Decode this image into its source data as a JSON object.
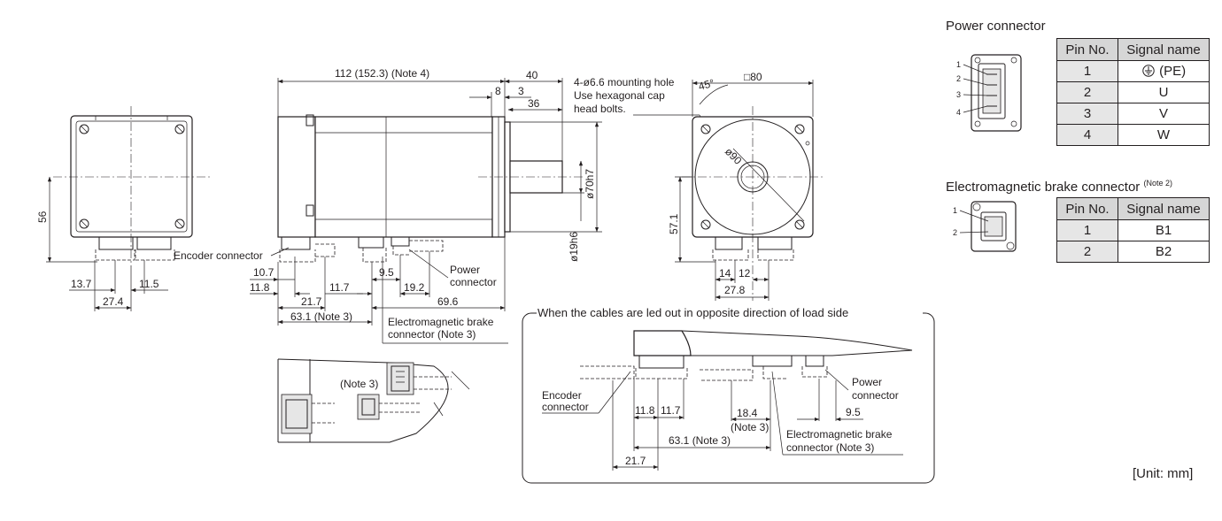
{
  "dimensions": {
    "d_56": "56",
    "d_total_length": "112 (152.3) (Note 4)",
    "d_40": "40",
    "d_8": "8",
    "d_3": "3",
    "d_36": "36",
    "d_square80": "□80",
    "d_phi70": "ø70h7",
    "d_phi19": "ø19h6",
    "d_phi90": "ø90",
    "d_45deg": "45°",
    "d_57_1": "57.1",
    "d_10_7": "10.7",
    "d_11_8": "11.8",
    "d_21_7": "21.7",
    "d_11_7": "11.7",
    "d_9_5": "9.5",
    "d_19_2": "19.2",
    "d_69_6": "69.6",
    "d_63_1": "63.1 (Note 3)",
    "d_13_7": "13.7",
    "d_11_5": "11.5",
    "d_27_4": "27.4",
    "d_14": "14",
    "d_12": "12",
    "d_27_8": "27.8"
  },
  "labels": {
    "mounting_hole_1": "4-ø6.6 mounting hole",
    "mounting_hole_2": "Use hexagonal cap",
    "mounting_hole_3": "head bolts.",
    "encoder_connector": "Encoder connector",
    "power_connector_1": "Power",
    "power_connector_2": "connector",
    "brake_connector_1": "Electromagnetic brake",
    "brake_connector_2": "connector (Note 3)",
    "note3": "(Note 3)"
  },
  "opposite_view": {
    "title": "When the cables are led out in opposite direction of load side",
    "encoder_1": "Encoder",
    "encoder_2": "connector",
    "d_11_8": "11.8",
    "d_11_7": "11.7",
    "d_18_4": "18.4",
    "note3": "(Note 3)",
    "d_63_1": "63.1 (Note 3)",
    "d_21_7": "21.7",
    "d_9_5": "9.5",
    "power_1": "Power",
    "power_2": "connector",
    "brake_1": "Electromagnetic brake",
    "brake_2": "connector (Note 3)"
  },
  "power_connector_table": {
    "title": "Power connector",
    "headers": [
      "Pin No.",
      "Signal name"
    ],
    "rows": [
      {
        "pin": "1",
        "signal": "(PE)",
        "ground_icon": "protective-earth-icon"
      },
      {
        "pin": "2",
        "signal": "U"
      },
      {
        "pin": "3",
        "signal": "V"
      },
      {
        "pin": "4",
        "signal": "W"
      }
    ],
    "pin_labels": [
      "1",
      "2",
      "3",
      "4"
    ]
  },
  "brake_connector_table": {
    "title": "Electromagnetic brake connector",
    "title_note": "(Note 2)",
    "headers": [
      "Pin No.",
      "Signal name"
    ],
    "rows": [
      {
        "pin": "1",
        "signal": "B1"
      },
      {
        "pin": "2",
        "signal": "B2"
      }
    ],
    "pin_labels": [
      "1",
      "2"
    ]
  },
  "unit": "[Unit: mm]"
}
